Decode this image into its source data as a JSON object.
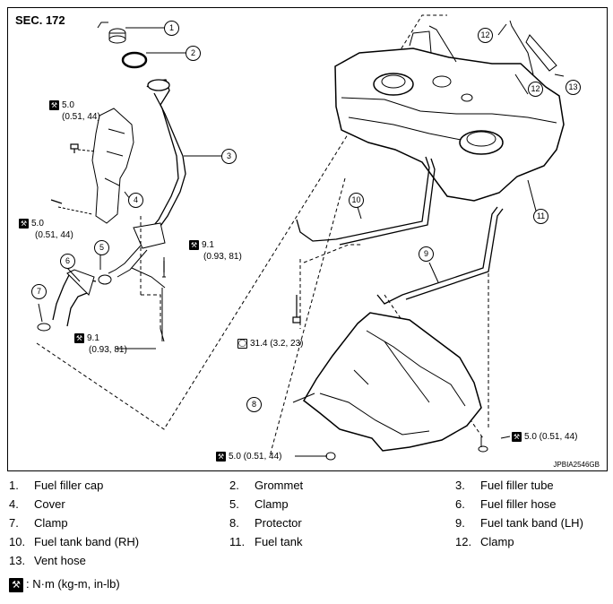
{
  "section": "SEC. 172",
  "figure_code": "JPBIA2546GB",
  "callouts": [
    "1",
    "2",
    "3",
    "4",
    "5",
    "6",
    "7",
    "8",
    "9",
    "10",
    "11",
    "12",
    "12",
    "13"
  ],
  "torques": [
    {
      "l1": "5.0",
      "l2": "(0.51, 44)"
    },
    {
      "l1": "5.0",
      "l2": "(0.51, 44)"
    },
    {
      "l1": "9.1",
      "l2": "(0.93, 81)"
    },
    {
      "l1": "9.1",
      "l2": "(0.93, 81)"
    },
    {
      "l1": "31.4 (3.2, 23)"
    },
    {
      "l1": "5.0 (0.51, 44)"
    },
    {
      "l1": "5.0 (0.51, 44)"
    }
  ],
  "legend": [
    {
      "num": "1.",
      "text": "Fuel filler cap"
    },
    {
      "num": "2.",
      "text": "Grommet"
    },
    {
      "num": "3.",
      "text": "Fuel filler tube"
    },
    {
      "num": "4.",
      "text": "Cover"
    },
    {
      "num": "5.",
      "text": "Clamp"
    },
    {
      "num": "6.",
      "text": "Fuel filler hose"
    },
    {
      "num": "7.",
      "text": "Clamp"
    },
    {
      "num": "8.",
      "text": "Protector"
    },
    {
      "num": "9.",
      "text": "Fuel tank band (LH)"
    },
    {
      "num": "10.",
      "text": "Fuel tank band (RH)"
    },
    {
      "num": "11.",
      "text": "Fuel tank"
    },
    {
      "num": "12.",
      "text": "Clamp"
    },
    {
      "num": "13.",
      "text": "Vent hose"
    }
  ],
  "unit_note": ": N·m (kg-m, in-lb)",
  "icon_names": [
    "torque-wrench-icon",
    "torque-wrench-open-icon"
  ]
}
